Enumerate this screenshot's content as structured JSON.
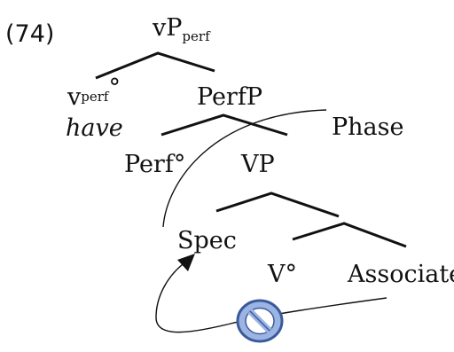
{
  "example_number": "(74)",
  "nodes": {
    "vp_perf": {
      "base": "vP",
      "sub": "perf"
    },
    "v_perf": {
      "base": "v",
      "sub": "perf",
      "sup": "°"
    },
    "have": "have",
    "perfp": "PerfP",
    "perf_head": "Perf°",
    "vp": "VP",
    "spec": "Spec",
    "v_head": "V°",
    "associate": "Associate"
  },
  "annotations": {
    "phase": "Phase"
  },
  "icons": {
    "blocked": "prohibition-icon",
    "arrow": "movement-arrow"
  },
  "colors": {
    "prohibition_fill": "#9bb4e3",
    "prohibition_stroke": "#3b5a9a",
    "line": "#111111"
  }
}
